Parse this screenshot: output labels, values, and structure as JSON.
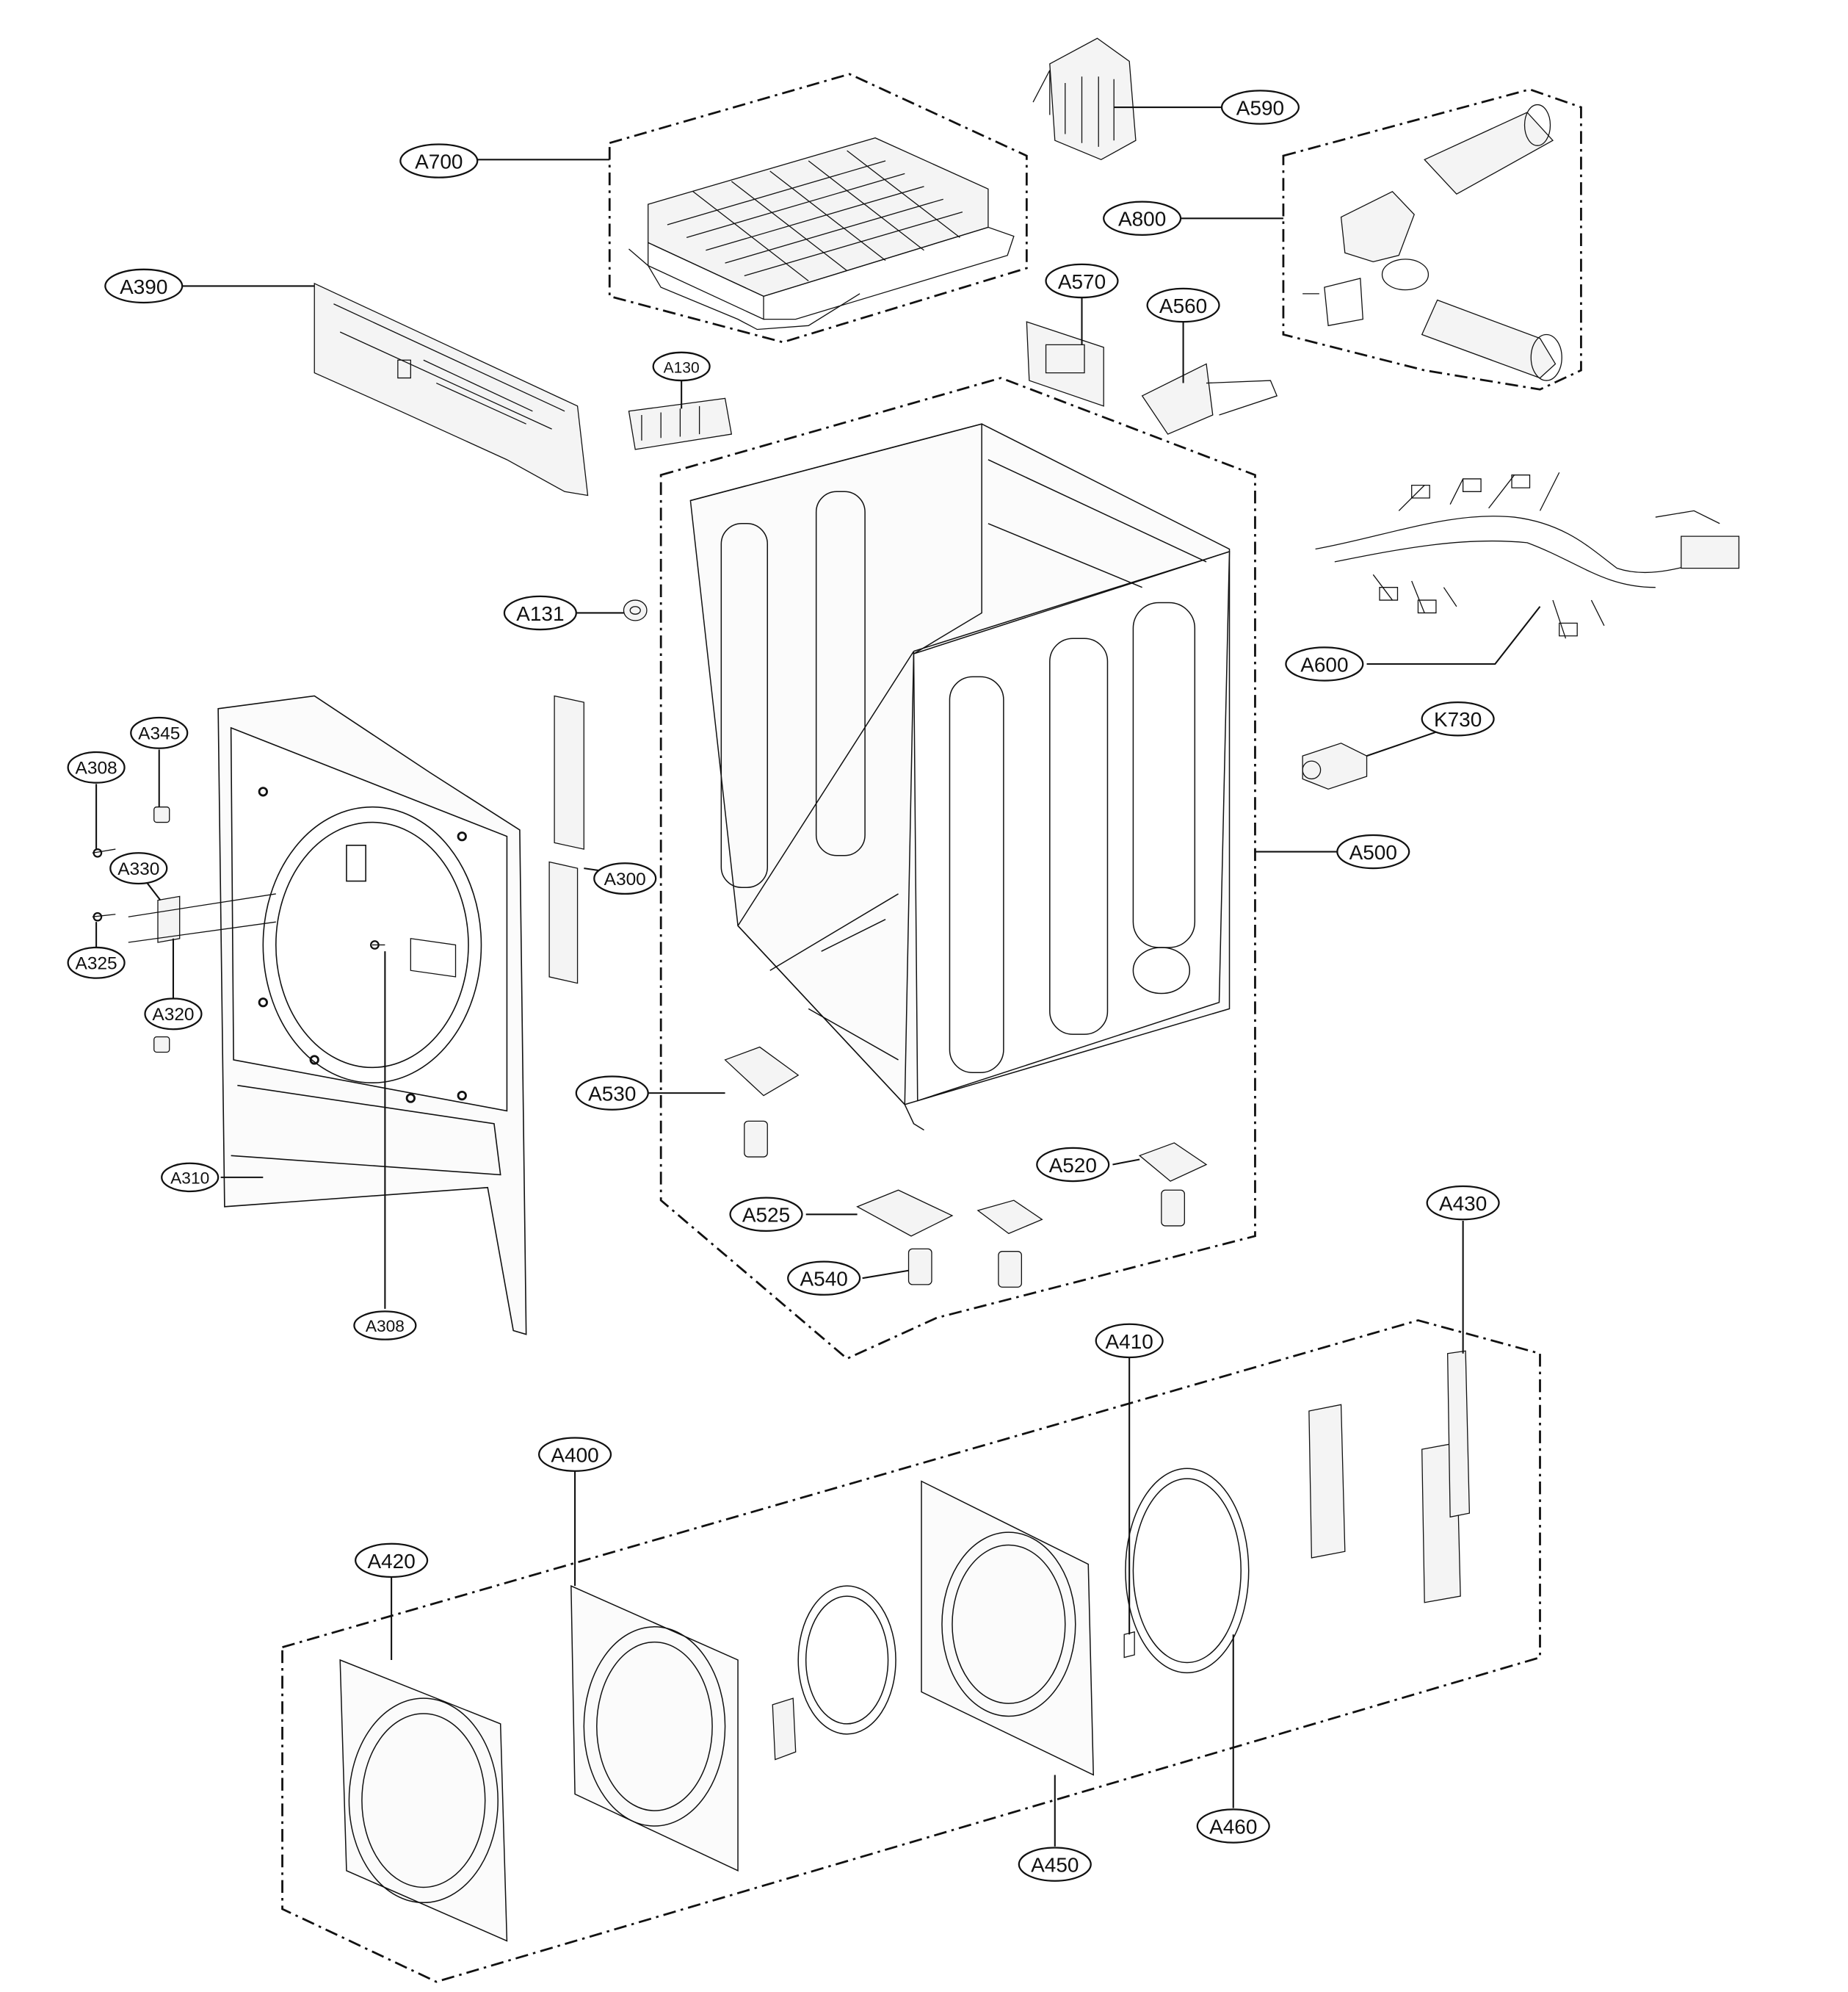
{
  "colors": {
    "ink": "#111111",
    "paper": "#ffffff",
    "panel": "#f2f2f2"
  },
  "labels": {
    "A700": "A700",
    "A590": "A590",
    "A800": "A800",
    "A390": "A390",
    "A570": "A570",
    "A560": "A560",
    "A130": "A130",
    "A131": "A131",
    "A600": "A600",
    "K730": "K730",
    "A345": "A345",
    "A308_top": "A308",
    "A330": "A330",
    "A300": "A300",
    "A500": "A500",
    "A325": "A325",
    "A320": "A320",
    "A530": "A530",
    "A310": "A310",
    "A520": "A520",
    "A525": "A525",
    "A430": "A430",
    "A540": "A540",
    "A308_bottom": "A308",
    "A410": "A410",
    "A400": "A400",
    "A420": "A420",
    "A450": "A450",
    "A460": "A460"
  }
}
